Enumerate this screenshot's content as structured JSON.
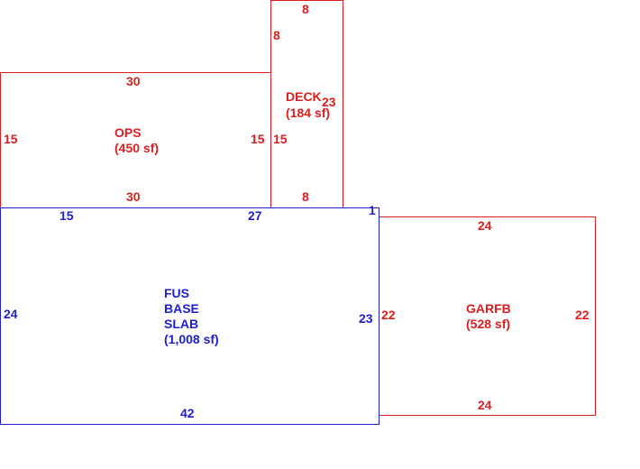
{
  "colors": {
    "red": "#dc1e1e",
    "blue": "#1e1ed2"
  },
  "areas": {
    "ops": {
      "name": "OPS",
      "area": "(450 sf)",
      "dims": {
        "top": "30",
        "bottom": "30",
        "left": "15",
        "right": "15"
      }
    },
    "deck": {
      "name": "DECK",
      "area": "(184 sf)",
      "dims": {
        "top": "8",
        "bottom": "8",
        "left": "15",
        "left_upper": "8",
        "right": "23"
      }
    },
    "fus_base_slab": {
      "name_lines": [
        "FUS",
        "BASE",
        "SLAB"
      ],
      "area": "(1,008 sf)",
      "dims": {
        "top_left": "15",
        "top_right": "27",
        "left": "24",
        "right": "23",
        "bottom": "42",
        "corner": "1"
      }
    },
    "garfb": {
      "name": "GARFB",
      "area": "(528 sf)",
      "dims": {
        "top": "24",
        "bottom": "24",
        "left": "22",
        "right": "22"
      }
    }
  }
}
